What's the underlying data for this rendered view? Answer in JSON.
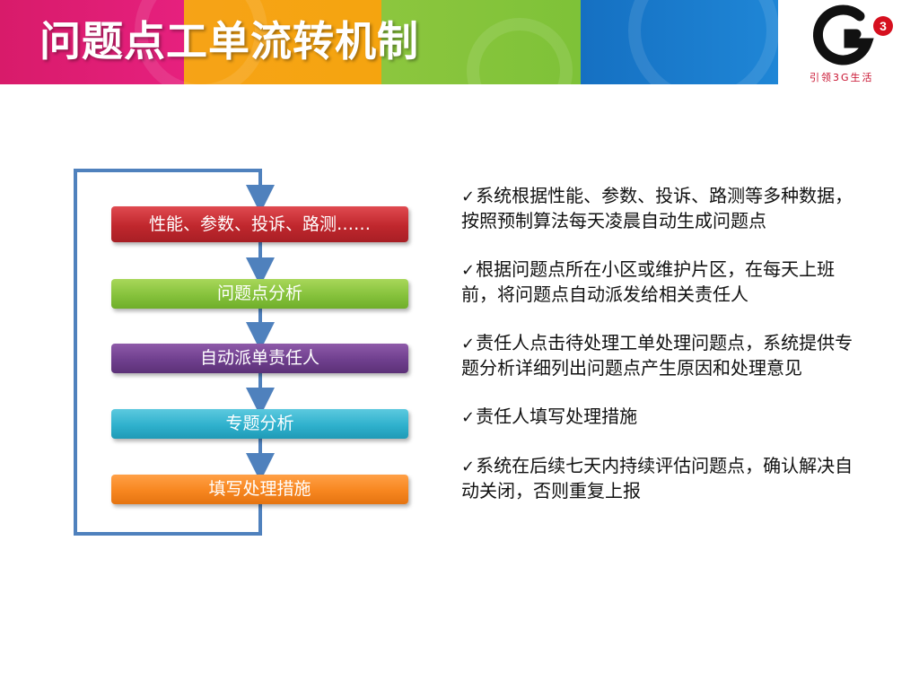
{
  "header": {
    "title": "问题点工单流转机制",
    "colors": [
      "#e6207e",
      "#f5a40f",
      "#7ec238",
      "#1f86d6"
    ]
  },
  "logo": {
    "icon": "g3-logo-icon",
    "mark": "3",
    "caption": "引领3G生活"
  },
  "flow": {
    "steps": [
      {
        "label": "性能、参数、投诉、路测……",
        "color": "#c0272d"
      },
      {
        "label": "问题点分析",
        "color": "#86c23c"
      },
      {
        "label": "自动派单责任人",
        "color": "#6f3f8e"
      },
      {
        "label": "专题分析",
        "color": "#2fb1cd"
      },
      {
        "label": "填写处理措施",
        "color": "#f7861f"
      }
    ],
    "arrow_color": "#4f81bd"
  },
  "description": {
    "check": "✓",
    "points": [
      "系统根据性能、参数、投诉、路测等多种数据，按照预制算法每天凌晨自动生成问题点",
      "根据问题点所在小区或维护片区，在每天上班前，将问题点自动派发给相关责任人",
      "责任人点击待处理工单处理问题点，系统提供专题分析详细列出问题点产生原因和处理意见",
      "责任人填写处理措施",
      "系统在后续七天内持续评估问题点，确认解决自动关闭，否则重复上报"
    ]
  }
}
